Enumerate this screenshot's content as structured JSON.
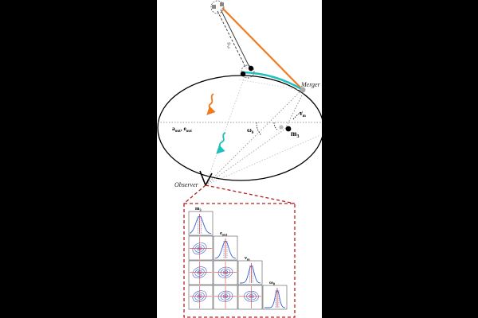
{
  "labels": {
    "merger": "Merger",
    "observer": "Observer",
    "orbit_params_main": "a",
    "orbit_params_main_sub": "out",
    "orbit_params_sep": ", e",
    "orbit_params_sep_sub": "out",
    "nu_main": "ν",
    "nu_sub": "m",
    "omega_main": "ω",
    "omega_sub": "0",
    "m3_main": "m",
    "m3_sub": "3",
    "separation": "a",
    "separation_sub": "in"
  },
  "corner": {
    "params": [
      {
        "main": "m",
        "sub": "3"
      },
      {
        "main": "e",
        "sub": "out"
      },
      {
        "main": "ν",
        "sub": "m"
      },
      {
        "main": "ω",
        "sub": "0"
      }
    ]
  },
  "colors": {
    "outer_orbit": "#000000",
    "merger_arc": "#1ebfbf",
    "line_of_sight": "#f07a1e",
    "zoom_box": "#b71c1c",
    "contour": "#3a5fcd",
    "truth": "#e53935",
    "gw_orange": "#f07a1e",
    "gw_teal": "#1ebfbf"
  }
}
